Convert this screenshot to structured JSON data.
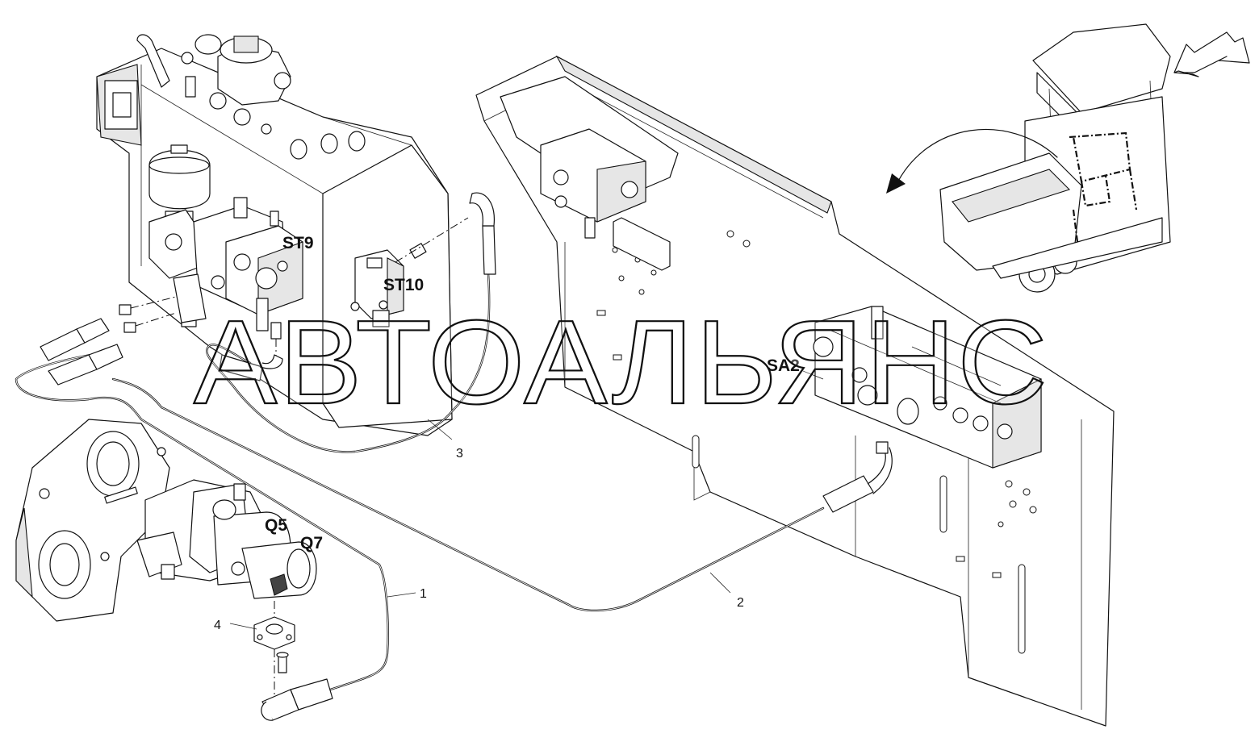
{
  "watermark": "АВТОАЛЬЯНС",
  "components": {
    "st9": "ST9",
    "st10": "ST10",
    "sa2": "SA2",
    "q5": "Q5",
    "q7": "Q7"
  },
  "item_numbers": {
    "hose_1": "1",
    "hose_2": "2",
    "hose_3": "3",
    "flange_4": "4"
  },
  "colors": {
    "line": "#111111",
    "background": "#ffffff"
  },
  "icons": {
    "view_direction": "view-direction-arrow-icon",
    "rotation": "rotation-arrow-icon"
  }
}
